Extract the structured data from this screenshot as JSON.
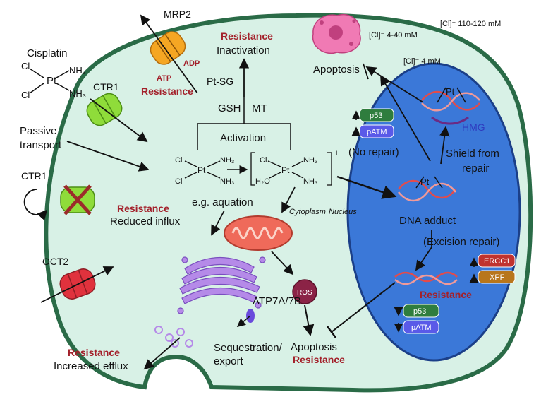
{
  "labels": {
    "mrp2": "MRP2",
    "resistance_inactivation": "Resistance",
    "inactivation": "Inactivation",
    "adp": "ADP",
    "atp": "ATP",
    "resistance_mrp2": "Resistance",
    "pt_sg": "Pt-SG",
    "gsh": "GSH",
    "mt": "MT",
    "cisplatin": "Cisplatin",
    "ctr1_top": "CTR1",
    "passive_transport_1": "Passive",
    "passive_transport_2": "transport",
    "activation": "Activation",
    "ctr1_bottom": "CTR1",
    "resistance_influx": "Resistance",
    "reduced_influx": "Reduced influx",
    "eg_aquation": "e.g. aquation",
    "cytoplasm": "Cytoplasm",
    "nucleus": "Nucleus",
    "oct2": "OCT2",
    "atp7": "ATP7A/7B",
    "ros": "ROS",
    "resistance_efflux": "Resistance",
    "increased_efflux": "Increased efflux",
    "sequestration_1": "Sequestration/",
    "sequestration_2": "export",
    "apoptosis_bottom": "Apoptosis",
    "resistance_apoptosis": "Resistance",
    "cl_110": "[Cl]⁻ 110-120 mM",
    "cl_4_40": "[Cl]⁻ 4-40 mM",
    "cl_4": "[Cl]⁻ 4 mM",
    "apoptosis_top": "Apoptosis",
    "pt_hmg": "Pt",
    "hmg": "HMG",
    "p53_top": "p53",
    "patm_top": "pATM",
    "no_repair": "(No repair)",
    "shield_1": "Shield from",
    "shield_2": "repair",
    "pt_adduct": "Pt",
    "dna_adduct": "DNA adduct",
    "excision_repair": "(Excision repair)",
    "ercc1": "ERCC1",
    "xpf": "XPF",
    "resistance_nucleus": "Resistance",
    "p53_bottom": "p53",
    "patm_bottom": "pATM"
  },
  "colors": {
    "cell_fill": "#d8f1e6",
    "nucleus_fill": "#3b78d8",
    "resistance_red": "#a3202a",
    "p53_green": "#2f7d3e",
    "patm_blue": "#5a5ae8",
    "ercc1_red": "#c0332f",
    "xpf_orange": "#b8761c"
  },
  "icons": [
    "mrp2-transporter-icon",
    "ctr1-transporter-icon",
    "blocked-ctr1-icon",
    "oct2-transporter-icon",
    "apoptotic-cell-icon",
    "mitochondrion-icon",
    "golgi-apparatus-icon",
    "dna-helix-icon",
    "ros-molecule-icon"
  ]
}
